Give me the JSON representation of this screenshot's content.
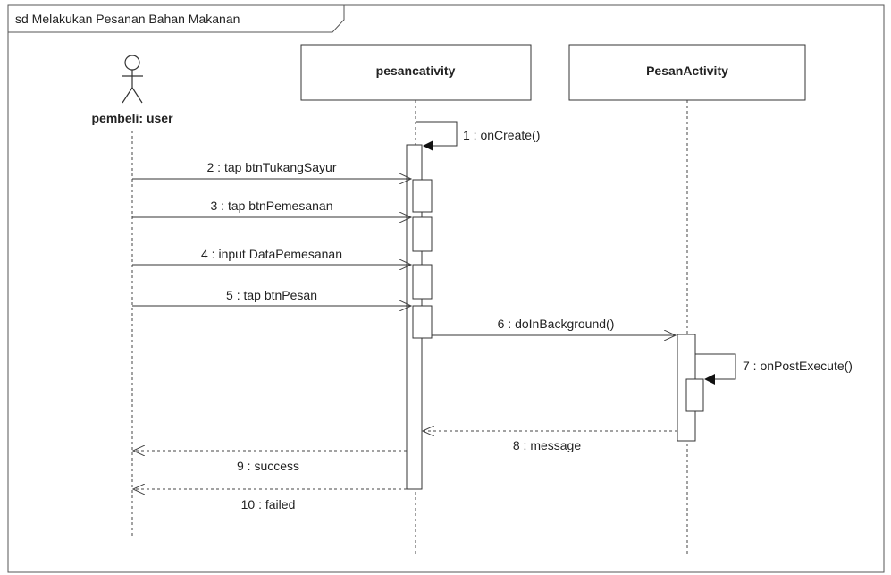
{
  "frame": {
    "title": "sd Melakukan Pesanan Bahan Makanan"
  },
  "lifelines": {
    "actor": {
      "label": "pembeli: user",
      "icon": "stick-figure-actor-icon"
    },
    "pesancativity": {
      "label": "pesancativity"
    },
    "pesanactivity": {
      "label": "PesanActivity"
    }
  },
  "messages": [
    {
      "label": "1 : onCreate()",
      "from": "pesancativity",
      "to": "pesancativity",
      "kind": "self-call"
    },
    {
      "label": "2 : tap btnTukangSayur",
      "from": "actor",
      "to": "pesancativity",
      "kind": "sync"
    },
    {
      "label": "3 : tap btnPemesanan",
      "from": "actor",
      "to": "pesancativity",
      "kind": "sync"
    },
    {
      "label": "4 : input DataPemesanan",
      "from": "actor",
      "to": "pesancativity",
      "kind": "sync"
    },
    {
      "label": "5 : tap btnPesan",
      "from": "actor",
      "to": "pesancativity",
      "kind": "sync"
    },
    {
      "label": "6 : doInBackground()",
      "from": "pesancativity",
      "to": "pesanactivity",
      "kind": "sync"
    },
    {
      "label": "7 : onPostExecute()",
      "from": "pesanactivity",
      "to": "pesanactivity",
      "kind": "self-call"
    },
    {
      "label": "8 : message",
      "from": "pesanactivity",
      "to": "pesancativity",
      "kind": "return"
    },
    {
      "label": "9 : success",
      "from": "pesancativity",
      "to": "actor",
      "kind": "return"
    },
    {
      "label": "10 : failed",
      "from": "pesancativity",
      "to": "actor",
      "kind": "return"
    }
  ],
  "colors": {
    "line": "#333333",
    "text": "#222222",
    "box_fill": "#ffffff",
    "frame_border": "#555555"
  }
}
